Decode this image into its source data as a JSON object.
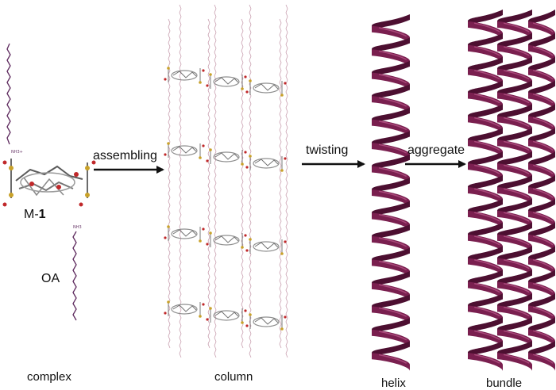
{
  "labels": {
    "complex": "complex",
    "column": "column",
    "helix": "helix",
    "bundle": "bundle",
    "molecule_prefix": "M-",
    "molecule_number": "1",
    "oa": "OA",
    "ammonium_top": "NH3+",
    "ammonium_bottom": "NH3",
    "step_assembling": "assembling",
    "step_twisting": "twisting",
    "step_aggregate": "aggregate"
  },
  "colors": {
    "helix_ribbon": "#7a1f4f",
    "helix_ribbon_light": "#a8497a",
    "helix_ribbon_dark": "#4d0f31",
    "chain": "#6a3a6a",
    "chain_light": "#c9a0b0",
    "arrow": "#111111",
    "core_gray": "#8c8c8c",
    "oxygen_red": "#c0282a",
    "sulfur_yellow": "#c9a22a"
  },
  "icons": [
    "complex-molecule-icon",
    "oleylamine-chain-icon",
    "helix-ribbon-icon"
  ]
}
